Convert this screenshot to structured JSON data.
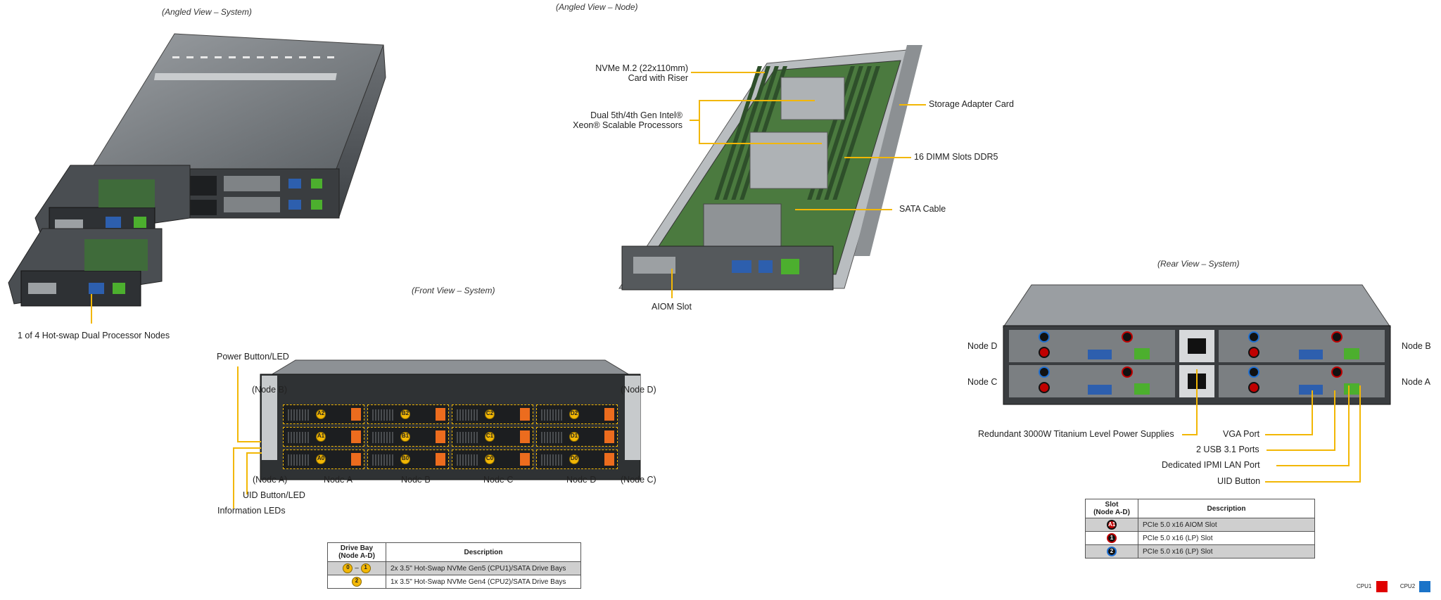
{
  "captions": {
    "angled_system": "(Angled View – System)",
    "angled_node": "(Angled View – Node)",
    "front_system": "(Front View – System)",
    "rear_system": "(Rear View – System)"
  },
  "angled_system": {
    "callout": "1 of 4 Hot-swap Dual Processor Nodes"
  },
  "angled_node": {
    "callouts": {
      "nvme_line1": "NVMe M.2 (22x110mm)",
      "nvme_line2": "Card with Riser",
      "cpu_line1": "Dual 5th/4th Gen Intel®",
      "cpu_line2": "Xeon® Scalable Processors",
      "storage_adapter": "Storage Adapter Card",
      "dimm": "16 DIMM Slots DDR5",
      "sata": "SATA Cable",
      "aiom": "AIOM Slot"
    }
  },
  "front": {
    "power_button": "Power Button/LED",
    "node_b_paren": "(Node B)",
    "node_d_paren": "(Node D)",
    "node_a_paren": "(Node A)",
    "node_c_paren": "(Node C)",
    "uid_button": "UID Button/LED",
    "info_leds": "Information  LEDs",
    "nodes": [
      "Node A",
      "Node B",
      "Node C",
      "Node D"
    ],
    "bay_labels": [
      [
        "A2",
        "B2",
        "C2",
        "D2"
      ],
      [
        "A1",
        "B1",
        "C1",
        "D1"
      ],
      [
        "A0",
        "B0",
        "C0",
        "D0"
      ]
    ],
    "table": {
      "header_slot": "Drive Bay",
      "header_slot_sub": "(Node A-D)",
      "header_desc": "Description",
      "rows": [
        {
          "badge_a": "0",
          "sep": "–",
          "badge_b": "1",
          "desc": "2x 3.5\" Hot-Swap  NVMe  Gen5  (CPU1)/SATA  Drive  Bays"
        },
        {
          "badge_a": "2",
          "desc": "1x 3.5\" Hot-Swap  NVMe  Gen4  (CPU2)/SATA  Drive  Bays"
        }
      ]
    }
  },
  "rear": {
    "node_d": "Node D",
    "node_c": "Node C",
    "node_b": "Node B",
    "node_a": "Node A",
    "psu": "Redundant  3000W  Titanium  Level  Power  Supplies",
    "vga": "VGA Port",
    "usb": "2 USB 3.1 Ports",
    "ipmi": "Dedicated IPMI  LAN  Port",
    "uid": "UID Button",
    "table": {
      "header_slot": "Slot",
      "header_slot_sub": "(Node A-D)",
      "header_desc": "Description",
      "rows": [
        {
          "badge": "A1",
          "desc": "PCIe  5.0  x16  AIOM  Slot"
        },
        {
          "badge": "1",
          "desc": "PCIe  5.0  x16  (LP)  Slot"
        },
        {
          "badge": "2",
          "desc": "PCIe  5.0  x16  (LP)  Slot"
        }
      ]
    }
  },
  "legend": {
    "cpu1": "CPU1",
    "cpu2": "CPU2",
    "cpu1_color": "#e00000",
    "cpu2_color": "#1a73c8"
  }
}
